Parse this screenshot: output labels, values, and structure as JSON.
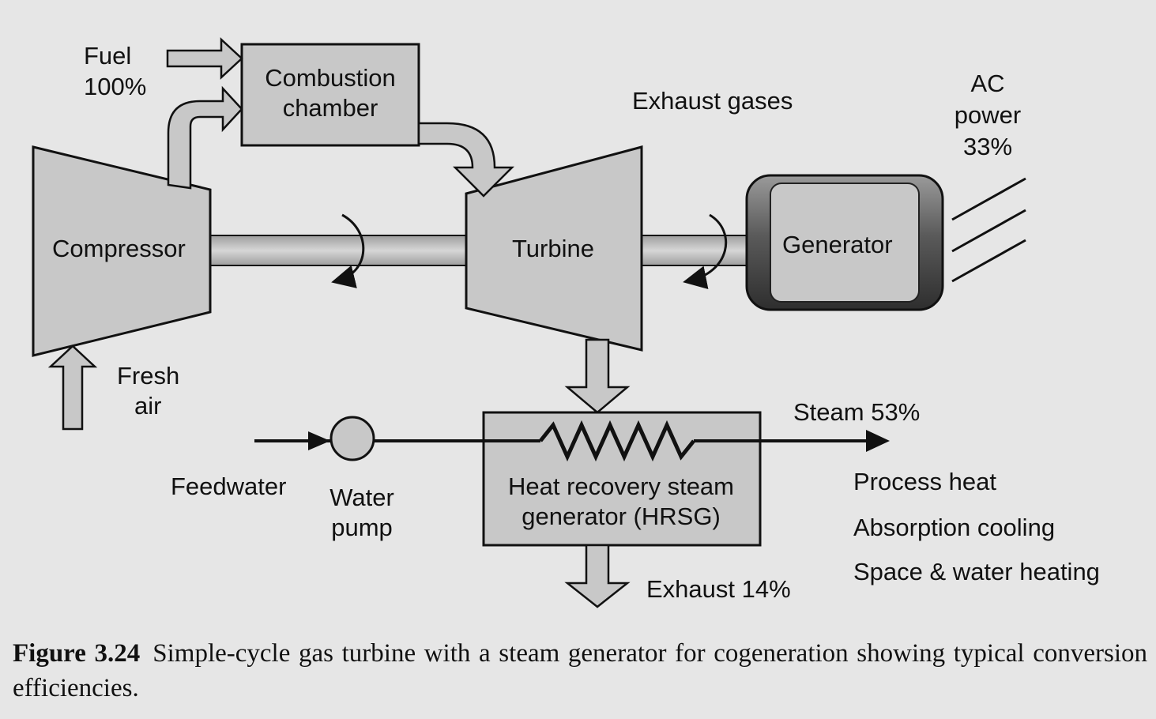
{
  "components": {
    "combustion_chamber": [
      "Combustion",
      "chamber"
    ],
    "compressor": "Compressor",
    "turbine": "Turbine",
    "generator": "Generator",
    "hrsg": [
      "Heat recovery steam",
      "generator (HRSG)"
    ],
    "water_pump": [
      "Water",
      "pump"
    ]
  },
  "flows": {
    "fuel": [
      "Fuel",
      "100%"
    ],
    "fresh_air": [
      "Fresh",
      "air"
    ],
    "exhaust_gases": "Exhaust gases",
    "ac_power": [
      "AC",
      "power",
      "33%"
    ],
    "steam": "Steam 53%",
    "feedwater": "Feedwater",
    "exhaust": "Exhaust 14%"
  },
  "uses": [
    "Process heat",
    "Absorption cooling",
    "Space & water heating"
  ],
  "caption": {
    "figure_number": "Figure 3.24",
    "text": "Simple-cycle gas turbine with a steam generator for cogeneration showing typical conversion efficiencies."
  },
  "colors": {
    "background": "#e6e6e6",
    "component_fill": "#c8c8c8",
    "shaft_fill": "#bdbdbd",
    "generator_fill": "#6a6a6a",
    "line": "#111111"
  }
}
